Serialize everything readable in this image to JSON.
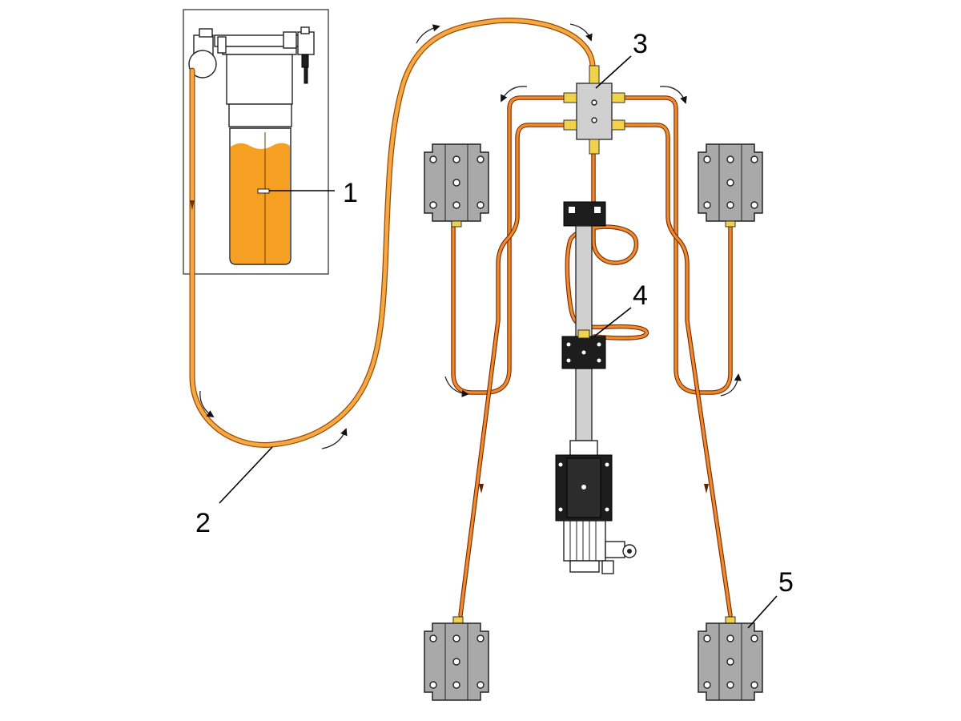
{
  "callouts": [
    {
      "id": "1",
      "label": "1"
    },
    {
      "id": "2",
      "label": "2"
    },
    {
      "id": "3",
      "label": "3"
    },
    {
      "id": "4",
      "label": "4"
    },
    {
      "id": "5",
      "label": "5"
    }
  ],
  "colors": {
    "lubricant": "#f6a023",
    "tube": "#e8762a",
    "block_metal": "#a9a9a9",
    "fitting_brass": "#f2d24a"
  }
}
